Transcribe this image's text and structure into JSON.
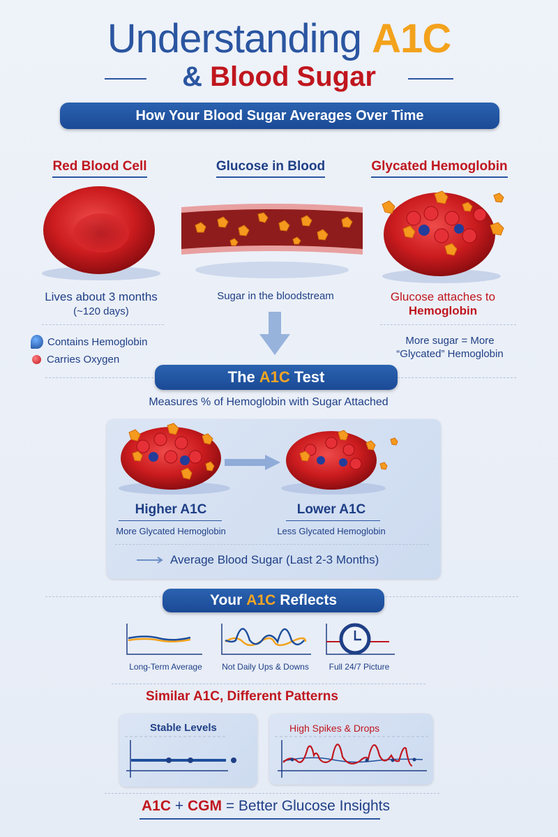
{
  "header": {
    "title_main": "Understanding",
    "title_highlight": "A1C",
    "subtitle_amp": "&",
    "subtitle_red": "Blood Sugar",
    "banner": "How Your Blood Sugar Averages Over Time"
  },
  "columns": [
    {
      "heading": "Red Blood Cell",
      "line1": "Lives about 3 months",
      "line2": "(~120 days)"
    },
    {
      "heading": "Glucose in Blood",
      "line1": "Sugar in the bloodstream"
    },
    {
      "heading": "Glycated Hemoglobin",
      "line1": "Glucose attaches to",
      "line2": "Hemoglobin"
    }
  ],
  "bullets": [
    "Contains Hemoglobin",
    "Carries Oxygen"
  ],
  "more_sugar": {
    "line1": "More sugar = More",
    "line2": "“Glycated” Hemoglobin"
  },
  "test": {
    "pre": "The",
    "hl": "A1C",
    "post": "Test",
    "desc": "Measures % of Hemoglobin with Sugar Attached"
  },
  "compare": {
    "higher": "Higher A1C",
    "higher_sub": "More Glycated Hemoglobin",
    "lower": "Lower A1C",
    "lower_sub": "Less Glycated Hemoglobin",
    "average": "Average Blood Sugar (Last 2-3 Months)"
  },
  "reflects": {
    "pre": "Your",
    "hl": "A1C",
    "post": "Reflects",
    "items": [
      "Long-Term Average",
      "Not Daily Ups & Downs",
      "Full 24/7 Picture"
    ]
  },
  "patterns": {
    "title": "Similar A1C, Different Patterns",
    "stable": "Stable Levels",
    "spikes": "High Spikes & Drops"
  },
  "footer": {
    "a1c": "A1C",
    "plus": "+",
    "cgm": "CGM",
    "rest": "= Better Glucose Insights"
  },
  "colors": {
    "blue": "#1b4a96",
    "red": "#c0161e",
    "orange": "#f3a21c"
  }
}
